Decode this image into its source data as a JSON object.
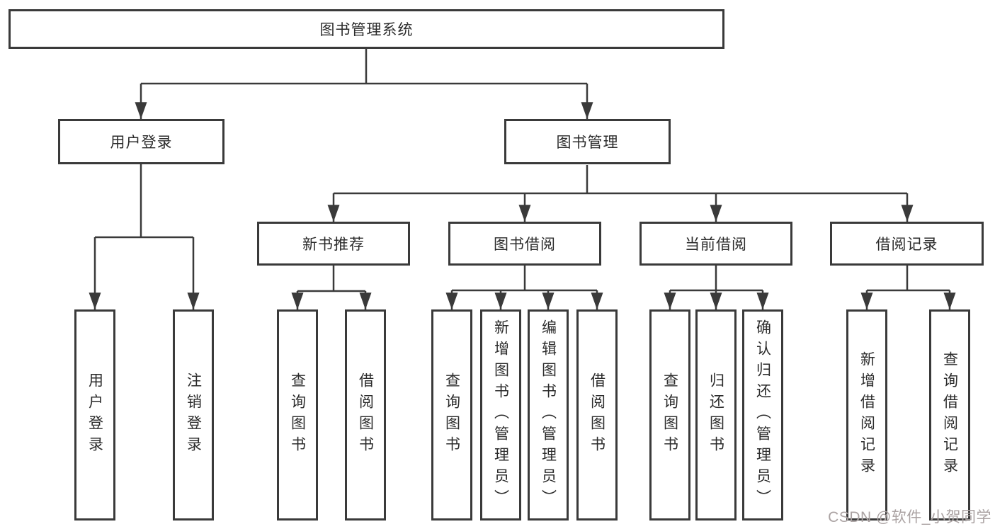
{
  "tree": {
    "label": "图书管理系统",
    "children": [
      {
        "label": "用户登录",
        "children": [
          {
            "label": "用户登录"
          },
          {
            "label": "注销登录"
          }
        ]
      },
      {
        "label": "图书管理",
        "children": [
          {
            "label": "新书推荐",
            "children": [
              {
                "label": "查询图书"
              },
              {
                "label": "借阅图书"
              }
            ]
          },
          {
            "label": "图书借阅",
            "children": [
              {
                "label": "查询图书"
              },
              {
                "label": "新增图书（管理员）"
              },
              {
                "label": "编辑图书（管理员）"
              },
              {
                "label": "借阅图书"
              }
            ]
          },
          {
            "label": "当前借阅",
            "children": [
              {
                "label": "查询图书"
              },
              {
                "label": "归还图书"
              },
              {
                "label": "确认归还（管理员）"
              }
            ]
          },
          {
            "label": "借阅记录",
            "children": [
              {
                "label": "新增借阅记录"
              },
              {
                "label": "查询借阅记录"
              }
            ]
          }
        ]
      }
    ]
  },
  "watermark": {
    "text": "CSDN @软件_小贺同学"
  },
  "colors": {
    "line": "#3a3a3a",
    "border": "#3a3a3a",
    "text": "#2b2b2b",
    "watermark": "#aba3a3",
    "background": "#ffffff"
  }
}
